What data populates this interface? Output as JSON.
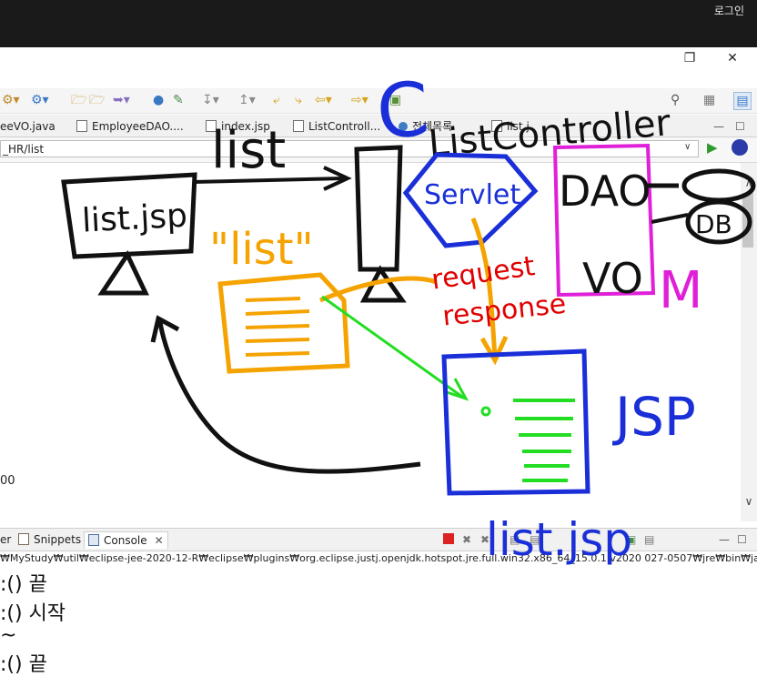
{
  "login_label": "로그인",
  "window": {
    "restore_icon": "restore-window-icon",
    "close_icon": "close-icon"
  },
  "tabs": [
    {
      "label": "eeVO.java"
    },
    {
      "label": "EmployeeDAO...."
    },
    {
      "label": "index.jsp"
    },
    {
      "label": "ListControll..."
    },
    {
      "label": "전체목록"
    },
    {
      "label": "list.j"
    }
  ],
  "url": {
    "value": "_HR/list"
  },
  "content": {
    "partial_number": "00"
  },
  "console": {
    "tabs": [
      {
        "label": "er"
      },
      {
        "label": "Snippets"
      },
      {
        "label": "Console"
      }
    ],
    "path": "₩MyStudy₩util₩eclipse-jee-2020-12-R₩eclipse₩plugins₩org.eclipse.justj.openjdk.hotspot.jre.full.win32.x86_64_15.0.1.v2020 027-0507₩jre₩bin₩javaw.e",
    "lines": [
      ":() 끝",
      ":() 시작",
      "~",
      ":() 끝"
    ]
  },
  "annotations": {
    "list_controller": "ListController",
    "c_letter": "C",
    "list_top": "list",
    "list_jsp_box": "list.jsp",
    "list_quoted": "\"list\"",
    "servlet": "Servlet",
    "dao": "DAO",
    "db": "DB",
    "vo": "VO",
    "m": "M",
    "request": "request",
    "response": "response",
    "jsp": "JSP",
    "list_jsp_bottom": "list.jsp"
  },
  "colors": {
    "ink_black": "#111111",
    "ink_blue": "#1a2fd8",
    "ink_orange": "#f5a300",
    "ink_red": "#e00000",
    "ink_magenta": "#e020d8",
    "ink_green": "#22dd22"
  }
}
